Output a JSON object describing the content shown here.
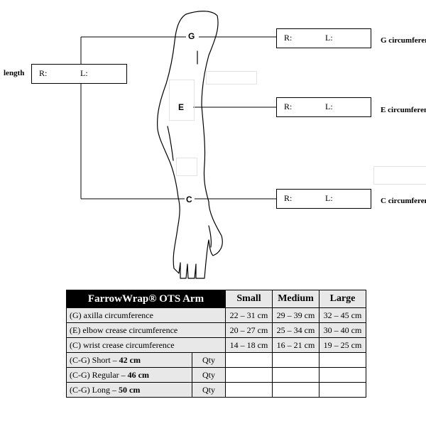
{
  "arm_labels": {
    "g": "G",
    "e": "E",
    "c": "C"
  },
  "boxes": {
    "length": {
      "r": "R:",
      "l": "L:",
      "label": "length"
    },
    "g": {
      "r": "R:",
      "l": "L:",
      "label": "G circumference"
    },
    "e": {
      "r": "R:",
      "l": "L:",
      "label": "E circumference"
    },
    "c": {
      "r": "R:",
      "l": "L:",
      "label": "C circumference"
    }
  },
  "table": {
    "title": "FarrowWrap® OTS Arm",
    "sizes": [
      "Small",
      "Medium",
      "Large"
    ],
    "rows": [
      {
        "label": "(G) axilla circumference",
        "values": [
          "22 – 31 cm",
          "29 – 39 cm",
          "32 – 45 cm"
        ]
      },
      {
        "label": "(E) elbow crease circumference",
        "values": [
          "20 – 27 cm",
          "25 – 34 cm",
          "30 – 40 cm"
        ]
      },
      {
        "label": "(C) wrist crease circumference",
        "values": [
          "14 – 18 cm",
          "16 – 21 cm",
          "19 – 25 cm"
        ]
      }
    ],
    "lengths": [
      {
        "prefix": "(C-G) Short – ",
        "value": "42 cm",
        "qty": "Qty"
      },
      {
        "prefix": "(C-G) Regular – ",
        "value": "46 cm",
        "qty": "Qty"
      },
      {
        "prefix": "(C-G) Long – ",
        "value": "50 cm",
        "qty": "Qty"
      }
    ]
  }
}
